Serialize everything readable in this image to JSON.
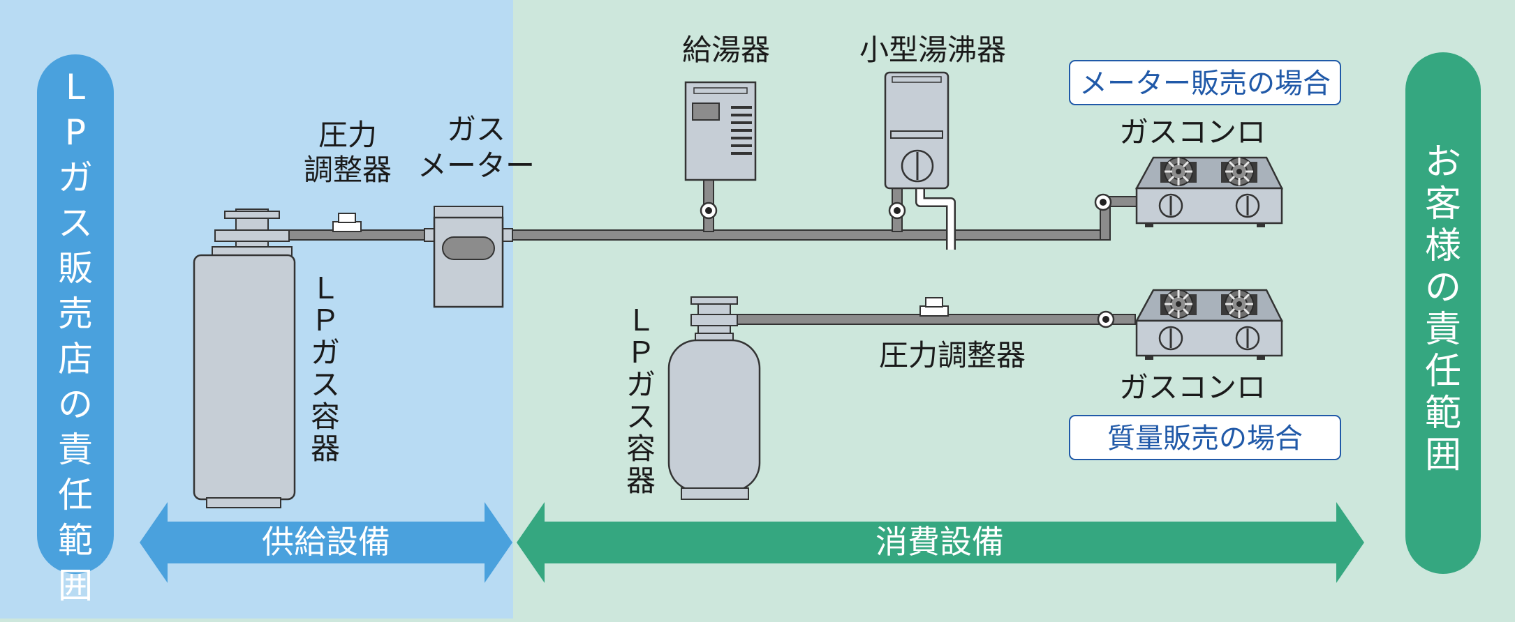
{
  "regions": {
    "supplier": {
      "label": "LPガス販売店の責任範囲",
      "color": "#b8dbf3",
      "badge_color": "#4aa1dd"
    },
    "customer": {
      "label": "お客様の責任範囲",
      "color": "#cde7dc",
      "badge_color": "#35a780"
    }
  },
  "arrows": {
    "supply": {
      "label": "供給設備",
      "color": "#4aa1dd"
    },
    "consumption": {
      "label": "消費設備",
      "color": "#35a780"
    }
  },
  "meter_case": {
    "title": "メーター販売の場合",
    "cylinder_label": "ＬＰガス容器",
    "regulator_label_lines": [
      "圧力",
      "調整器"
    ],
    "meter_label_lines": [
      "ガス",
      "メーター"
    ],
    "water_heater_label": "給湯器",
    "small_boiler_label": "小型湯沸器",
    "stove_label": "ガスコンロ"
  },
  "weight_case": {
    "title": "質量販売の場合",
    "cylinder_label": "ＬＰガス容器",
    "regulator_label": "圧力調整器",
    "stove_label": "ガスコンロ"
  },
  "colors": {
    "title_box_text": "#2059a8",
    "equipment_fill": "#c6ced6",
    "pipe": "#8c8c8c",
    "outline": "#333333"
  }
}
